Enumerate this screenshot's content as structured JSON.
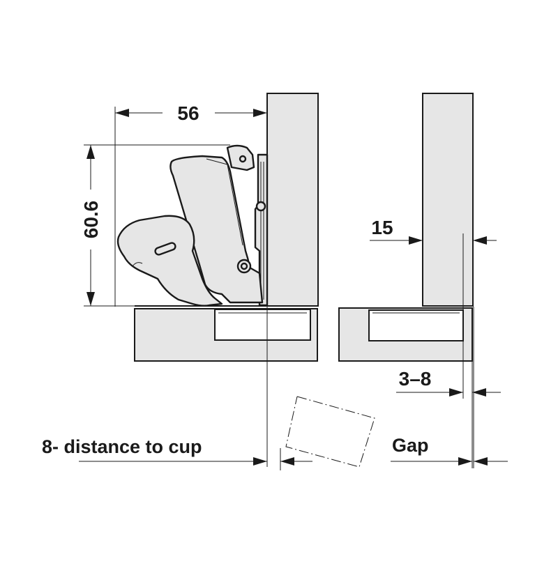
{
  "dimensions": {
    "width_56": "56",
    "height_60_6": "60.6",
    "panel_15": "15",
    "overlay_3_8": "3–8"
  },
  "labels": {
    "distance_to_cup": "8- distance to cup",
    "gap": "Gap"
  },
  "colors": {
    "line": "#1a1a1a",
    "panel_fill": "#e6e6e6",
    "background": "#ffffff"
  }
}
